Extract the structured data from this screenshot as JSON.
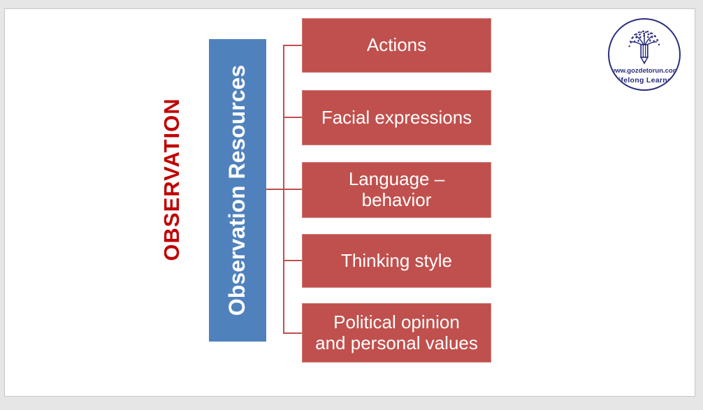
{
  "slide": {
    "title": "OBSERVATION",
    "bar_label": "Observation Resources",
    "items": [
      "Actions",
      "Facial expressions",
      "Language –\nbehavior",
      "Thinking style",
      "Political opinion\nand personal values"
    ],
    "colors": {
      "title_red": "#c00000",
      "box_red": "#c0504d",
      "bar_blue": "#4f81bd",
      "connector_red": "#c0504d",
      "logo_navy": "#2b2d7e",
      "slide_bg": "#ffffff",
      "canvas_bg": "#e6e6e6"
    }
  },
  "logo": {
    "url_text": "www.gozdetorun.com",
    "tagline": "Lifelong Learner"
  }
}
